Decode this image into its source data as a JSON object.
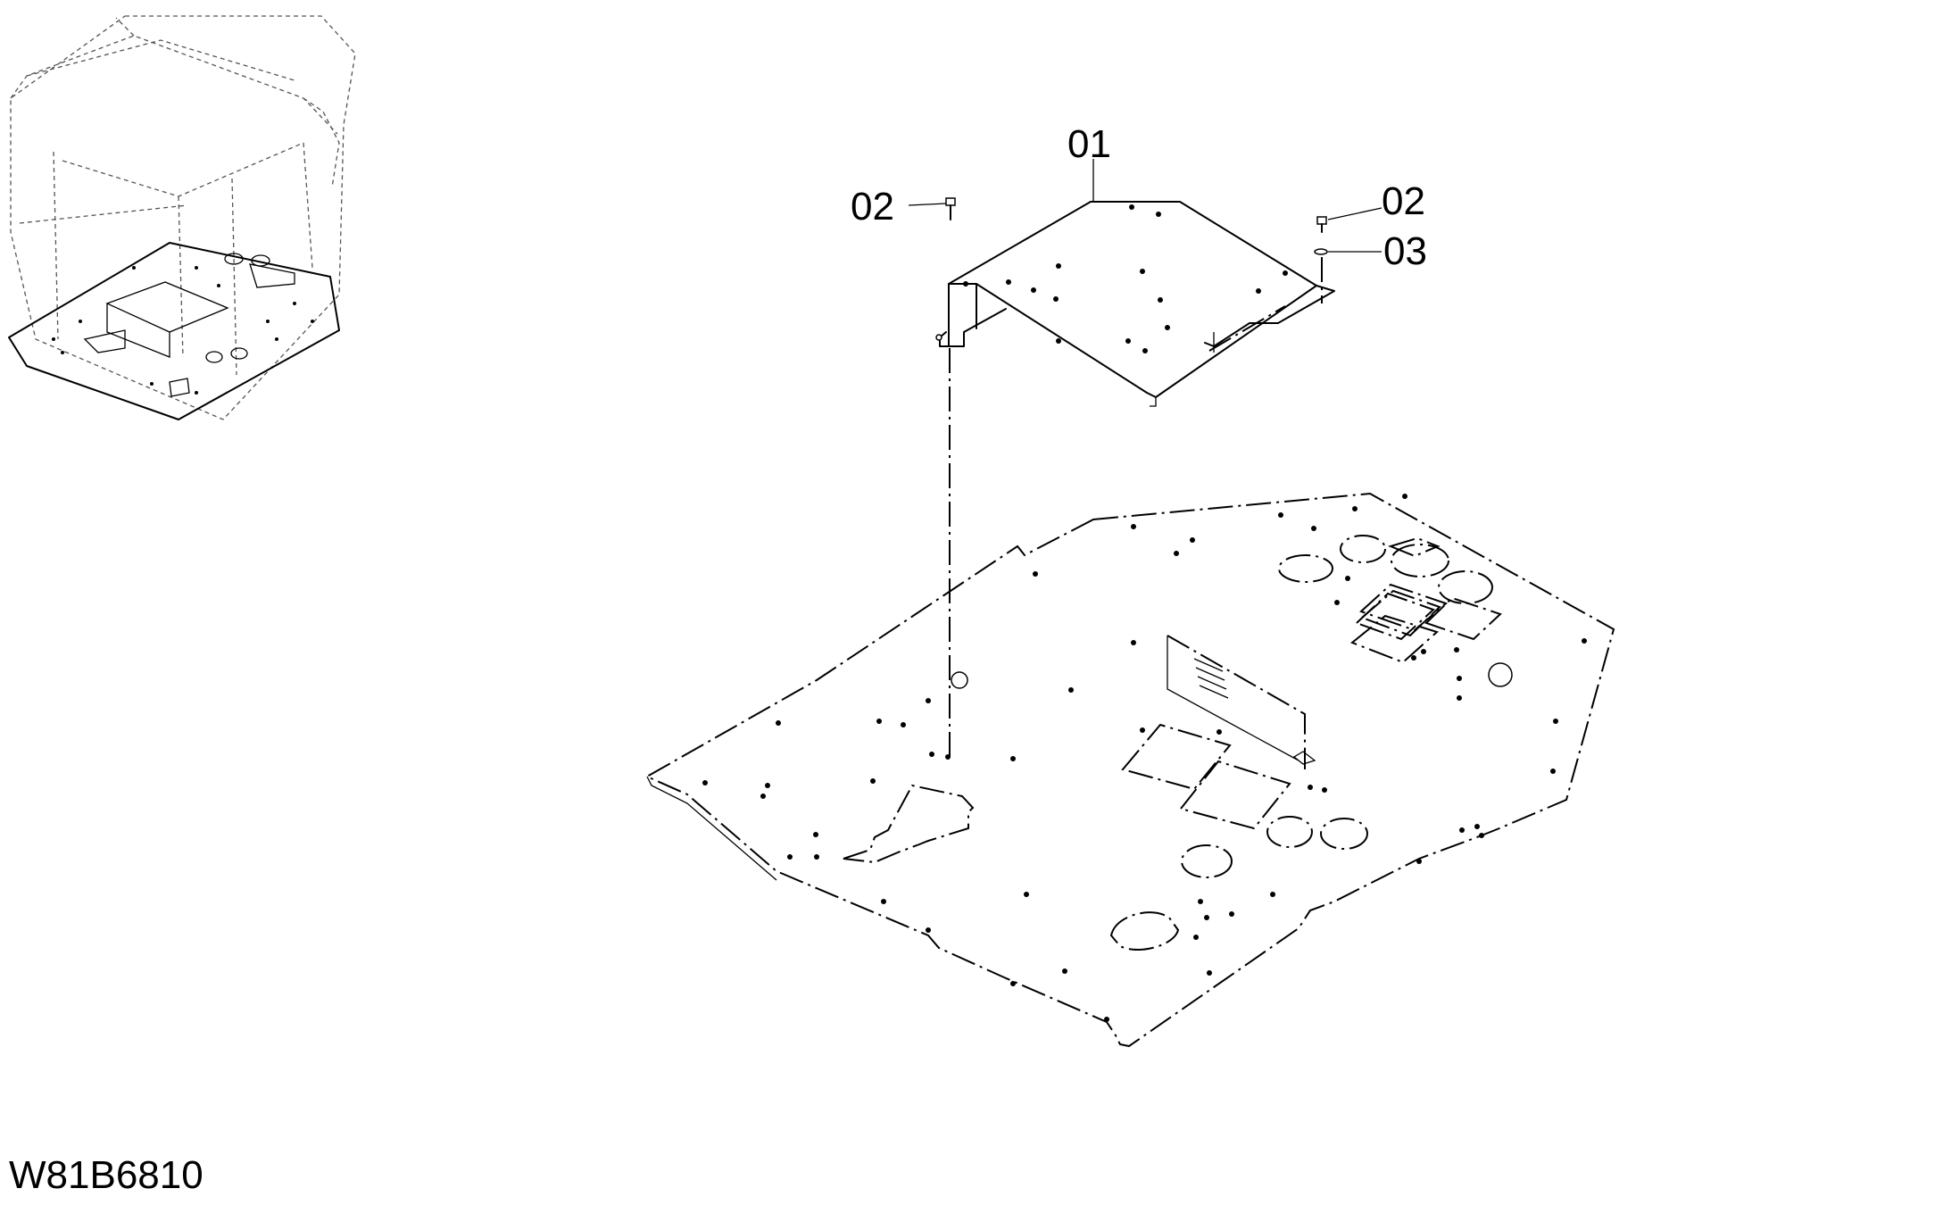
{
  "diagram": {
    "drawing_code": "W81B6810",
    "callouts": [
      {
        "id": "callout-01",
        "text": "01"
      },
      {
        "id": "callout-02-left",
        "text": "02"
      },
      {
        "id": "callout-02-right",
        "text": "02"
      },
      {
        "id": "callout-03",
        "text": "03"
      }
    ]
  }
}
